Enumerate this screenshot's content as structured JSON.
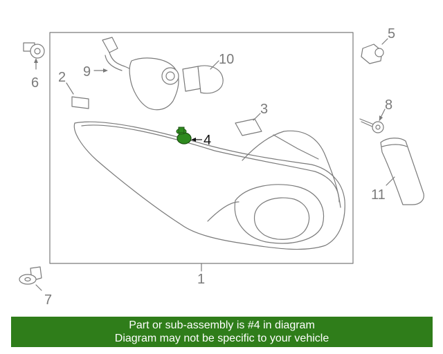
{
  "colors": {
    "line": "#7a7a7a",
    "highlight_part": "#2e8a1e",
    "highlight_label": "#111111",
    "banner_bg": "#2f7d1a",
    "banner_text": "#ffffff"
  },
  "callouts": {
    "c1": "1",
    "c2": "2",
    "c3": "3",
    "c4": "4",
    "c5": "5",
    "c6": "6",
    "c7": "7",
    "c8": "8",
    "c9": "9",
    "c10": "10",
    "c11": "11"
  },
  "highlighted_part": "4",
  "banner": {
    "line1": "Part or sub-assembly is #4 in diagram",
    "line2": "Diagram may not be specific to your vehicle"
  }
}
